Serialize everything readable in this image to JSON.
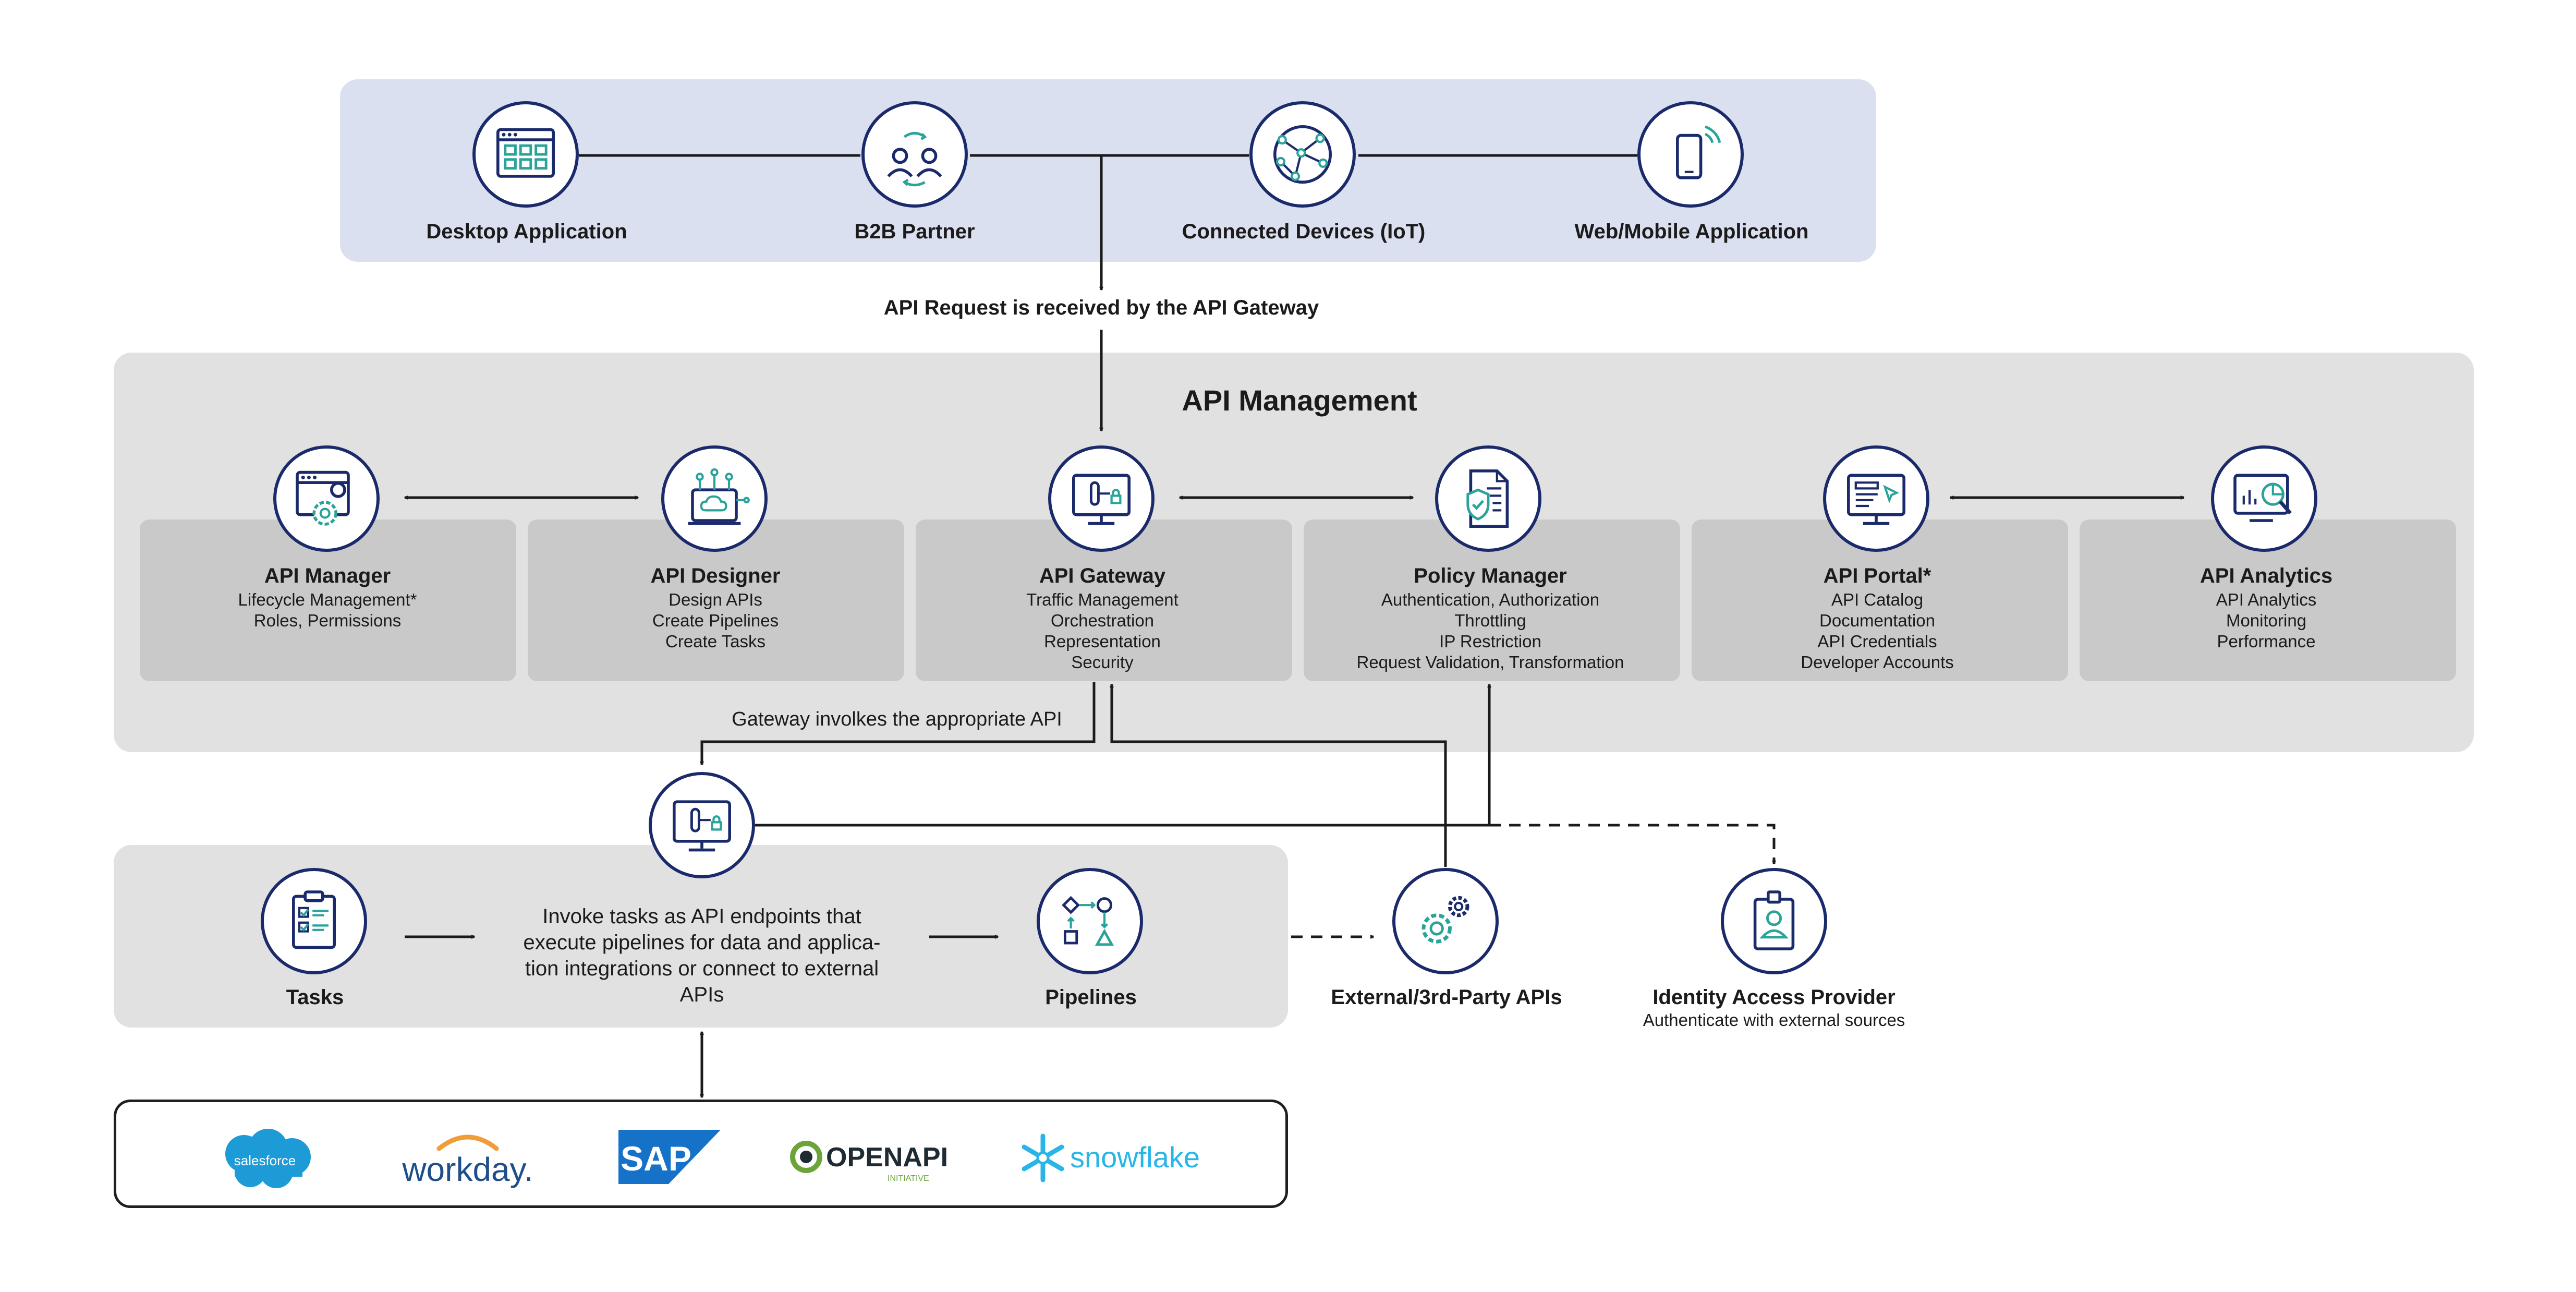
{
  "clients": {
    "desktop": "Desktop Application",
    "b2b": "B2B Partner",
    "iot": "Connected Devices (IoT)",
    "web": "Web/Mobile Application"
  },
  "request_label": "API Request is received by the API Gateway",
  "management": {
    "title": "API Management",
    "manager": {
      "title": "API Manager",
      "lines": [
        "Lifecycle Management*",
        "Roles, Permissions"
      ]
    },
    "designer": {
      "title": "API Designer",
      "lines": [
        "Design APIs",
        "Create Pipelines",
        "Create Tasks"
      ]
    },
    "gateway": {
      "title": "API Gateway",
      "lines": [
        "Traffic Management",
        "Orchestration",
        "Representation",
        "Security"
      ]
    },
    "policy": {
      "title": "Policy Manager",
      "lines": [
        "Authentication, Authorization",
        "Throttling",
        "IP Restriction",
        "Request Validation, Transformation"
      ]
    },
    "portal": {
      "title": "API Portal*",
      "lines": [
        "API Catalog",
        "Documentation",
        "API Credentials",
        "Developer Accounts"
      ]
    },
    "analytics": {
      "title": "API Analytics",
      "lines": [
        "API Analytics",
        "Monitoring",
        "Performance"
      ]
    }
  },
  "gateway_invokes": "Gateway involkes the appropriate API",
  "tasks_section": {
    "tasks": "Tasks",
    "description_lines": [
      "Invoke tasks as API endpoints that",
      "execute pipelines for data and applica-",
      "tion integrations or connect to external",
      "APIs"
    ],
    "pipelines": "Pipelines"
  },
  "external": {
    "title": "External/3rd-Party APIs"
  },
  "identity": {
    "title": "Identity Access Provider",
    "subtitle": "Authenticate with external sources"
  },
  "logos": {
    "salesforce": "salesforce",
    "workday": "workday.",
    "sap": "SAP",
    "openapi": "OPENAPI",
    "openapi_sub": "INITIATIVE",
    "snowflake": "snowflake"
  },
  "colors": {
    "navy": "#1a2a6b",
    "teal": "#2aa39a",
    "clients_bg": "#dae0f0",
    "panel_gray": "#e1e1e1",
    "card_gray": "#c9c9c9"
  }
}
